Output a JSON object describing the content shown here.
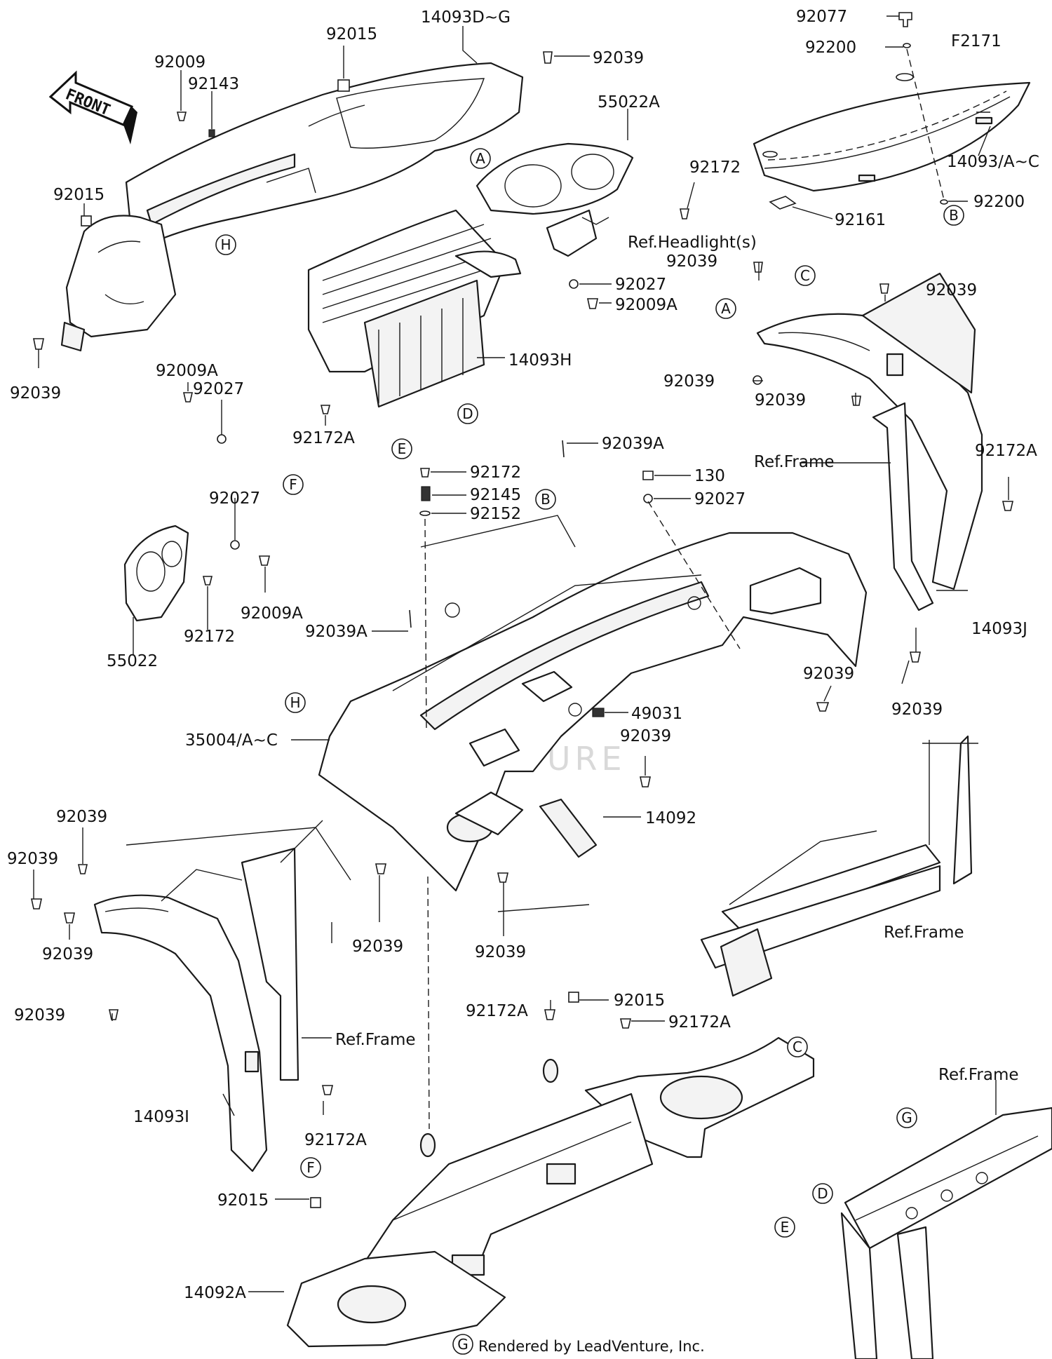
{
  "diagram_id": "F2171",
  "front_label": "FRONT",
  "watermark": "LEADVENTURE",
  "footer": "Rendered by LeadVenture, Inc.",
  "callout_letters": [
    "A",
    "A",
    "B",
    "B",
    "C",
    "C",
    "D",
    "D",
    "E",
    "E",
    "F",
    "F",
    "G",
    "G",
    "H",
    "H"
  ],
  "labels": {
    "p92077": "92077",
    "p92200_top": "92200",
    "p14093AC": "14093/A~C",
    "p92200_right": "92200",
    "p92161": "92161",
    "p14093DG": "14093D~G",
    "p92015_top": "92015",
    "p92039_top": "92039",
    "p92009": "92009",
    "p92143": "92143",
    "p55022A": "55022A",
    "p92172_top": "92172",
    "ref_headlights": "Ref.Headlight(s)",
    "p92015_left": "92015",
    "p92027_mid": "92027",
    "p92009A_mid": "92009A",
    "p92039_left": "92039",
    "p14093H": "14093H",
    "p92009A_left": "92009A",
    "p92027_left": "92027",
    "p92172A_mid": "92172A",
    "p92039_fr1": "92039",
    "p92039_fr2": "92039",
    "p92039_fr3": "92039",
    "p92039_fr4": "92039",
    "ref_frame_right": "Ref.Frame",
    "p92172A_right": "92172A",
    "p14093J": "14093J",
    "p92039A_top": "92039A",
    "p92172_center": "92172",
    "p92145": "92145",
    "p92152": "92152",
    "p130": "130",
    "p92027_center": "92027",
    "p92027_lamp": "92027",
    "p92009A_lamp": "92009A",
    "p92172_lamp": "92172",
    "p55022": "55022",
    "p92039A_left": "92039A",
    "p35004": "35004/A~C",
    "p49031": "49031",
    "p92039_dash1": "92039",
    "p92039_dash2": "92039",
    "p92039_dash3": "92039",
    "p14092": "14092",
    "p92039_lf1": "92039",
    "p92039_lf2": "92039",
    "p92039_lf3": "92039",
    "p92039_lf4": "92039",
    "p92039_low1": "92039",
    "p92039_low2": "92039",
    "ref_frame_rear": "Ref.Frame",
    "ref_frame_left": "Ref.Frame",
    "p92015_low": "92015",
    "p92172A_low1": "92172A",
    "p92172A_low2": "92172A",
    "p14093I": "14093I",
    "p92172A_low3": "92172A",
    "p92015_floor": "92015",
    "p14092A": "14092A",
    "ref_frame_br": "Ref.Frame"
  }
}
